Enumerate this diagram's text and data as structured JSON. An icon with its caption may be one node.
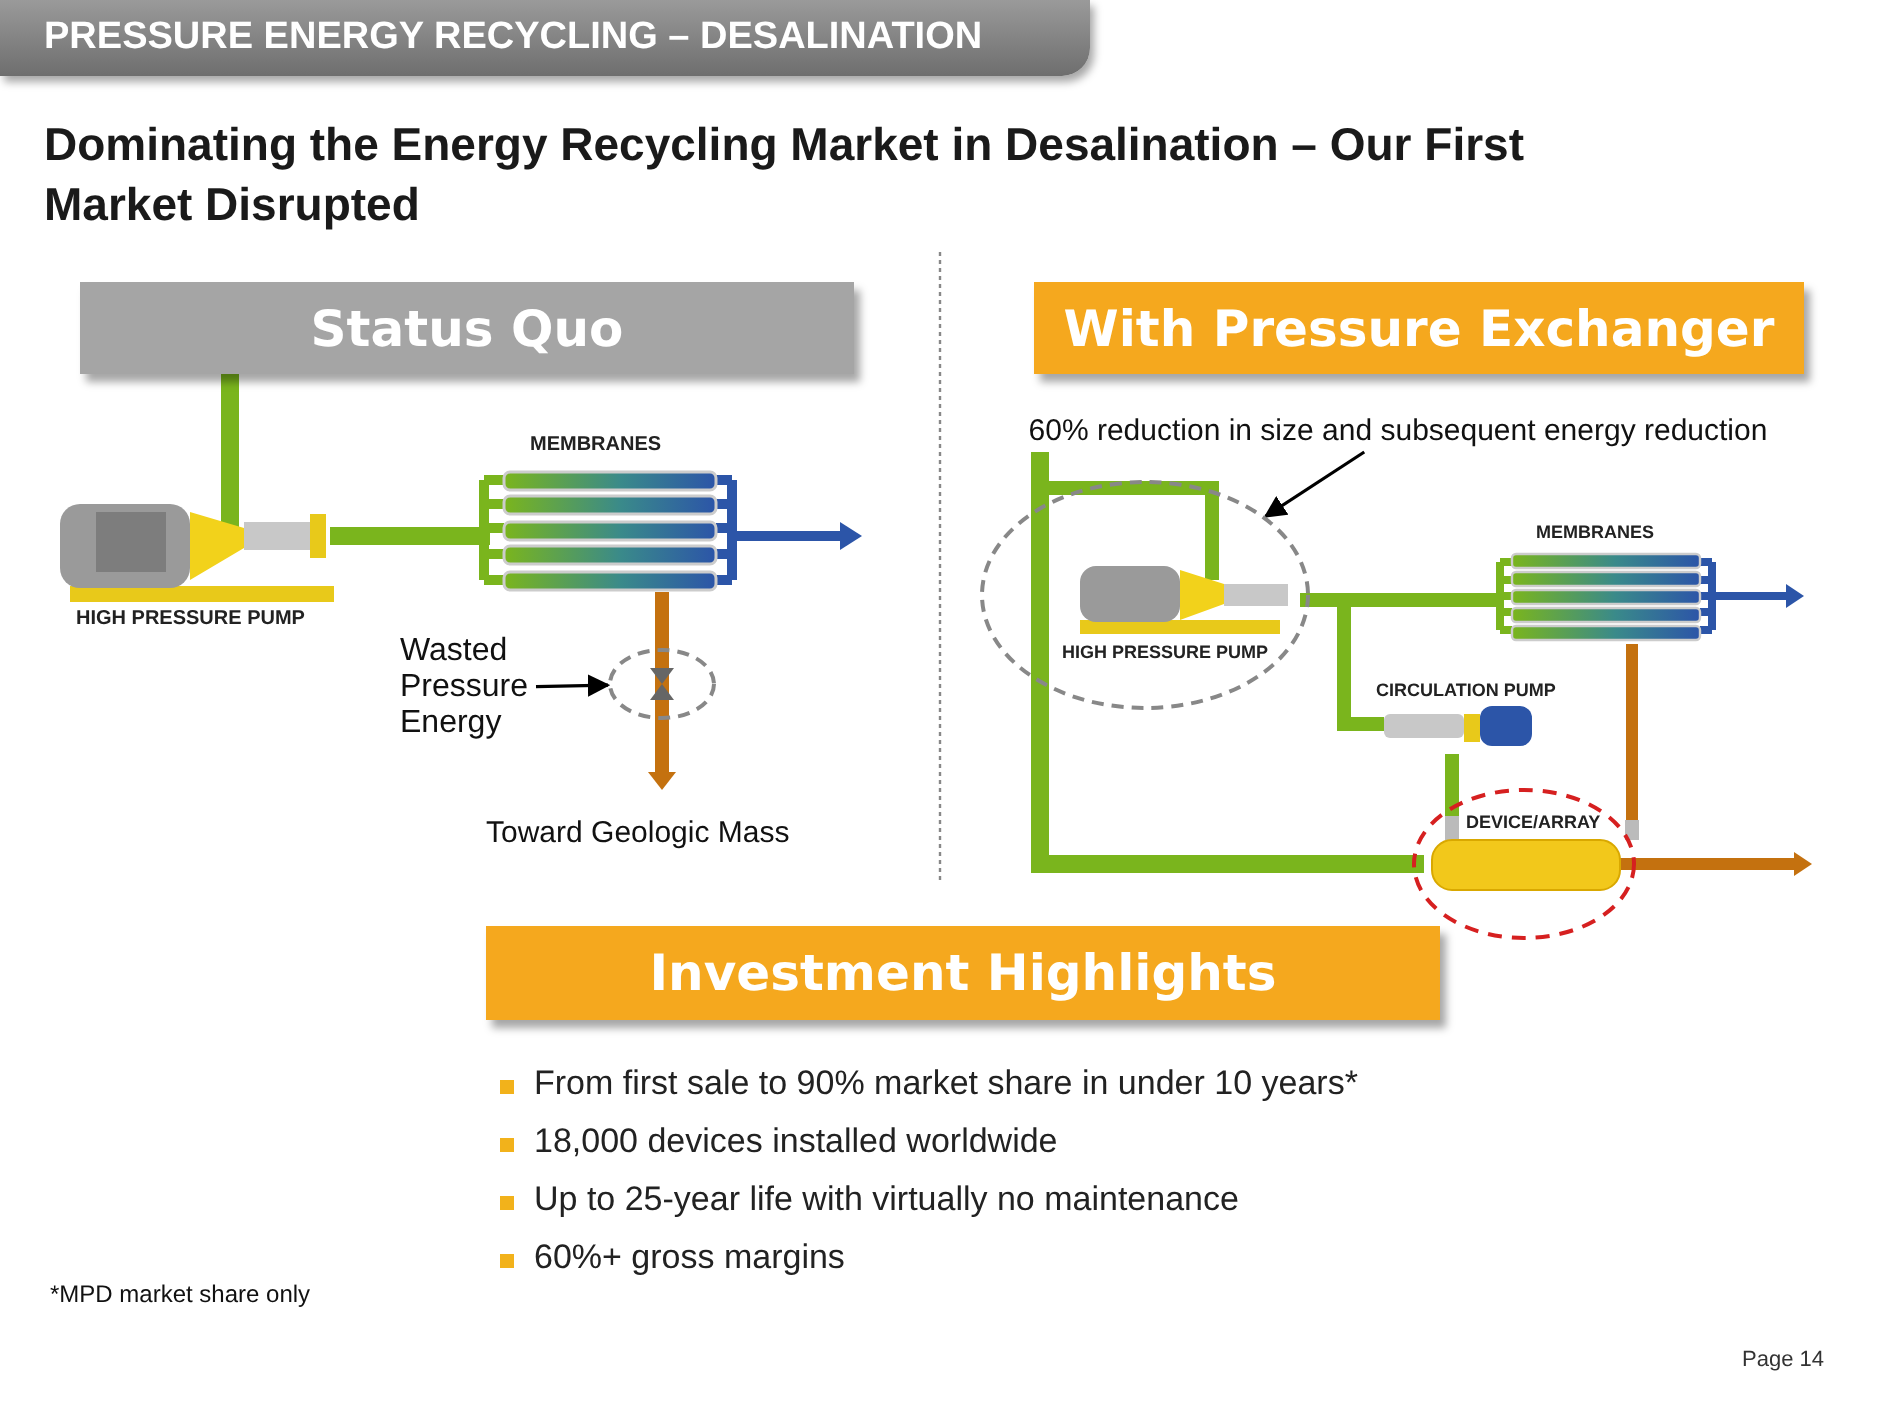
{
  "diagram": {
    "title": "PRESSURE ENERGY RECYCLING – DESALINATION",
    "nodes": [
      {
        "text": [
          "Status Quo"
        ]
      },
      {
        "text": [
          "With Pressure Exchanger"
        ]
      },
      {
        "text": [
          "Investment Highlights"
        ]
      },
      {
        "text": [
          "Wasted Pressure Energy"
        ]
      },
      {
        "text": [],
        "shape": "circle"
      },
      {
        "text": [
          "60% reduction in size and subsequent energy reduction"
        ]
      },
      {
        "text": [],
        "shape": "circle"
      }
    ],
    "edges": [
      {
        "from": 3,
        "to": 4,
        "arrow": "to"
      },
      {
        "from": 5,
        "to": 6,
        "arrow": "to"
      }
    ],
    "labels": [
      "Dominating the Energy Recycling Market in Desalination – Our First Market Disrupted",
      "MEMBRANES",
      "HIGH PRESSURE PUMP",
      "Toward Geologic Mass",
      "MEMBRANES",
      "HIGH PRESSURE PUMP",
      "CIRCULATION PUMP",
      "DEVICE/ARRAY",
      "From first sale to 90% market share in under 10 years*",
      "18,000 devices installed worldwide",
      "Up to 25-year life with virtually no maintenance",
      "60%+ gross margins",
      "*MPD market share only",
      "Page 14"
    ]
  }
}
